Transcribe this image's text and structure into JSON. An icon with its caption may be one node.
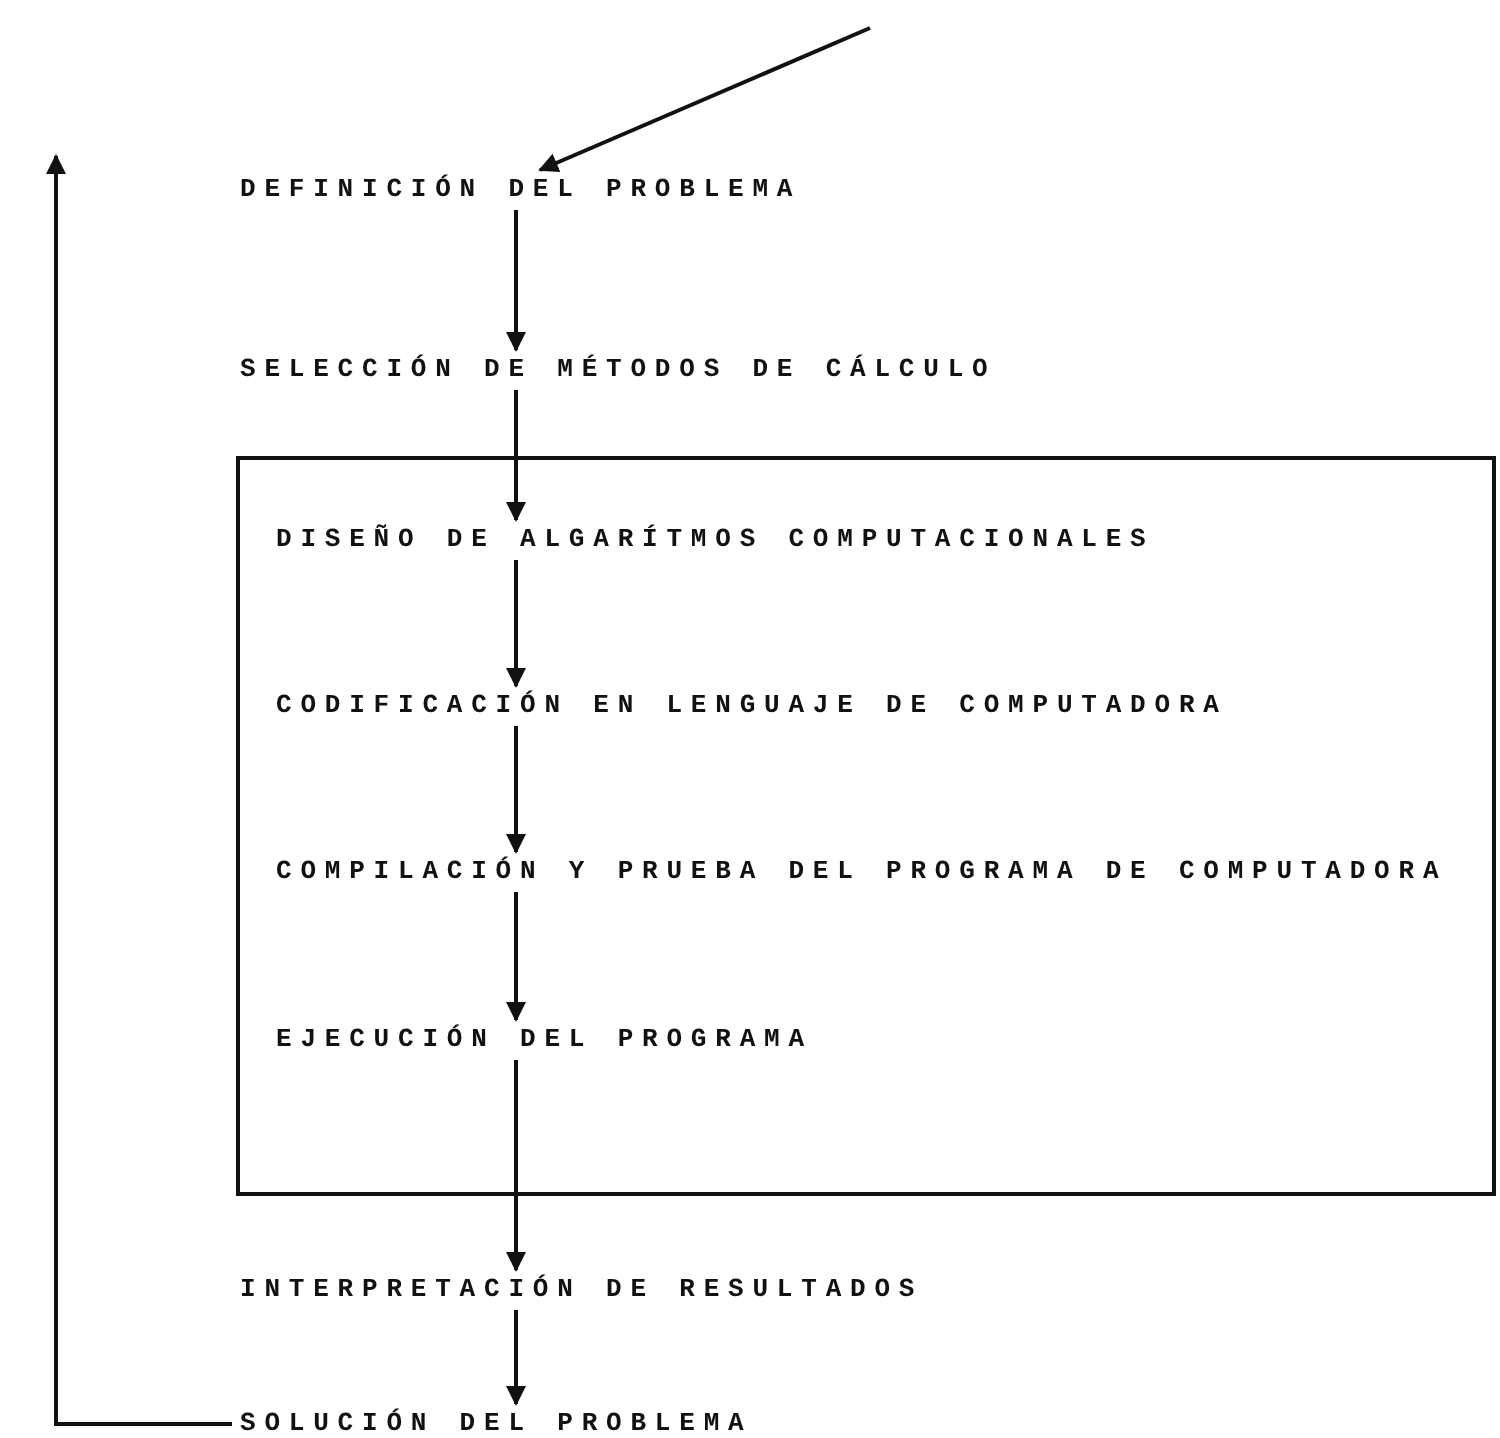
{
  "diagram": {
    "nodes": [
      {
        "text": [
          "DEFINICIÓN DEL PROBLEMA"
        ]
      },
      {
        "text": [
          "SELECCIÓN DE MÉTODOS DE CÁLCULO"
        ]
      },
      {
        "text": [],
        "shape": "box"
      },
      {
        "text": [
          "DISEÑO DE ALGARÍTMOS COMPUTACIONALES"
        ],
        "in": 2
      },
      {
        "text": [
          "CODIFICACIÓN EN LENGUAJE DE COMPUTADORA"
        ],
        "in": 2
      },
      {
        "text": [
          "COMPILACIÓN Y PRUEBA DEL PROGRAMA DE COMPUTADORA"
        ],
        "in": 2
      },
      {
        "text": [
          "EJECUCIÓN DEL PROGRAMA"
        ],
        "in": 2
      },
      {
        "text": [
          "INTERPRETACIÓN DE RESULTADOS"
        ]
      },
      {
        "text": [
          "SOLUCIÓN DEL PROBLEMA"
        ]
      }
    ],
    "edges": [
      {
        "from": null,
        "to": 0,
        "arrow": "to"
      },
      {
        "from": 0,
        "to": 1,
        "arrow": "to"
      },
      {
        "from": 1,
        "to": 3,
        "arrow": "to"
      },
      {
        "from": 3,
        "to": 4,
        "arrow": "to"
      },
      {
        "from": 4,
        "to": 5,
        "arrow": "to"
      },
      {
        "from": 5,
        "to": 6,
        "arrow": "to"
      },
      {
        "from": 6,
        "to": 7,
        "arrow": "to"
      },
      {
        "from": 7,
        "to": 8,
        "arrow": "to"
      },
      {
        "from": 8,
        "to": null,
        "arrow": "to"
      }
    ]
  }
}
